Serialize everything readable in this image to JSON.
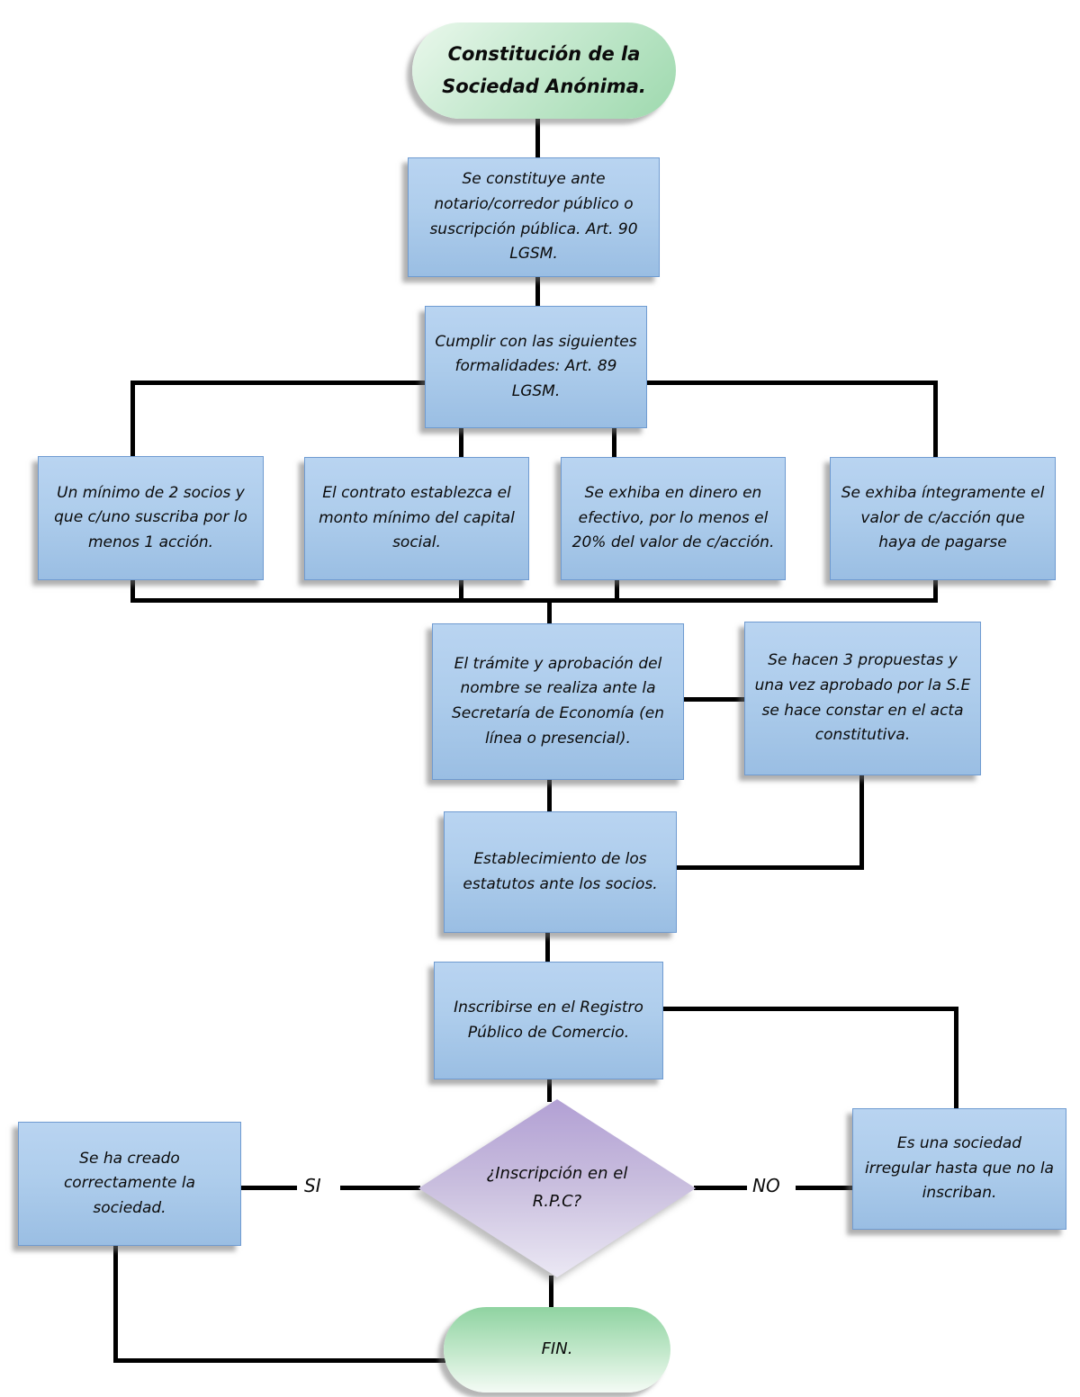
{
  "diagram_title": "Constitución de la Sociedad Anónima.",
  "nodes": {
    "start": {
      "text": "Constitución de la Sociedad Anónima."
    },
    "constituye": {
      "text": "Se constituye ante notario/corredor público o suscripción pública. Art. 90 LGSM."
    },
    "formalidades": {
      "text": "Cumplir con las siguientes formalidades: Art. 89 LGSM."
    },
    "minimo": {
      "text": "Un mínimo de 2 socios y que c/uno suscriba por lo menos 1 acción."
    },
    "contrato": {
      "text": "El contrato establezca el monto mínimo del capital social."
    },
    "dinero": {
      "text": "Se exhiba en dinero en efectivo, por lo menos el 20% del valor de c/acción."
    },
    "integro": {
      "text": "Se exhiba íntegramente el valor de c/acción que haya de pagarse"
    },
    "tramite": {
      "text": "El trámite y aprobación del nombre se realiza ante la Secretaría de Economía (en línea o presencial)."
    },
    "propuestas": {
      "text": "Se hacen 3 propuestas y una vez aprobado por la S.E se hace constar en el acta constitutiva."
    },
    "estatutos": {
      "text": "Establecimiento de los estatutos ante los socios."
    },
    "inscribirse": {
      "text": "Inscribirse en el Registro Público de Comercio."
    },
    "decision": {
      "text": "¿Inscripción en el R.P.C?"
    },
    "creado": {
      "text": "Se ha creado correctamente la sociedad."
    },
    "irregular": {
      "text": "Es una sociedad irregular hasta que no la inscriban."
    },
    "fin": {
      "text": "FIN."
    }
  },
  "edge_labels": {
    "yes": "SI",
    "no": "NO"
  },
  "colors": {
    "process_fill_top": "#b9d4f1",
    "process_fill_bottom": "#9abee3",
    "process_border": "#6f9bd1",
    "terminator_green": "#9ed9ae",
    "decision_purple": "#b2a0d4",
    "connector": "#000000",
    "background": "#ffffff"
  }
}
